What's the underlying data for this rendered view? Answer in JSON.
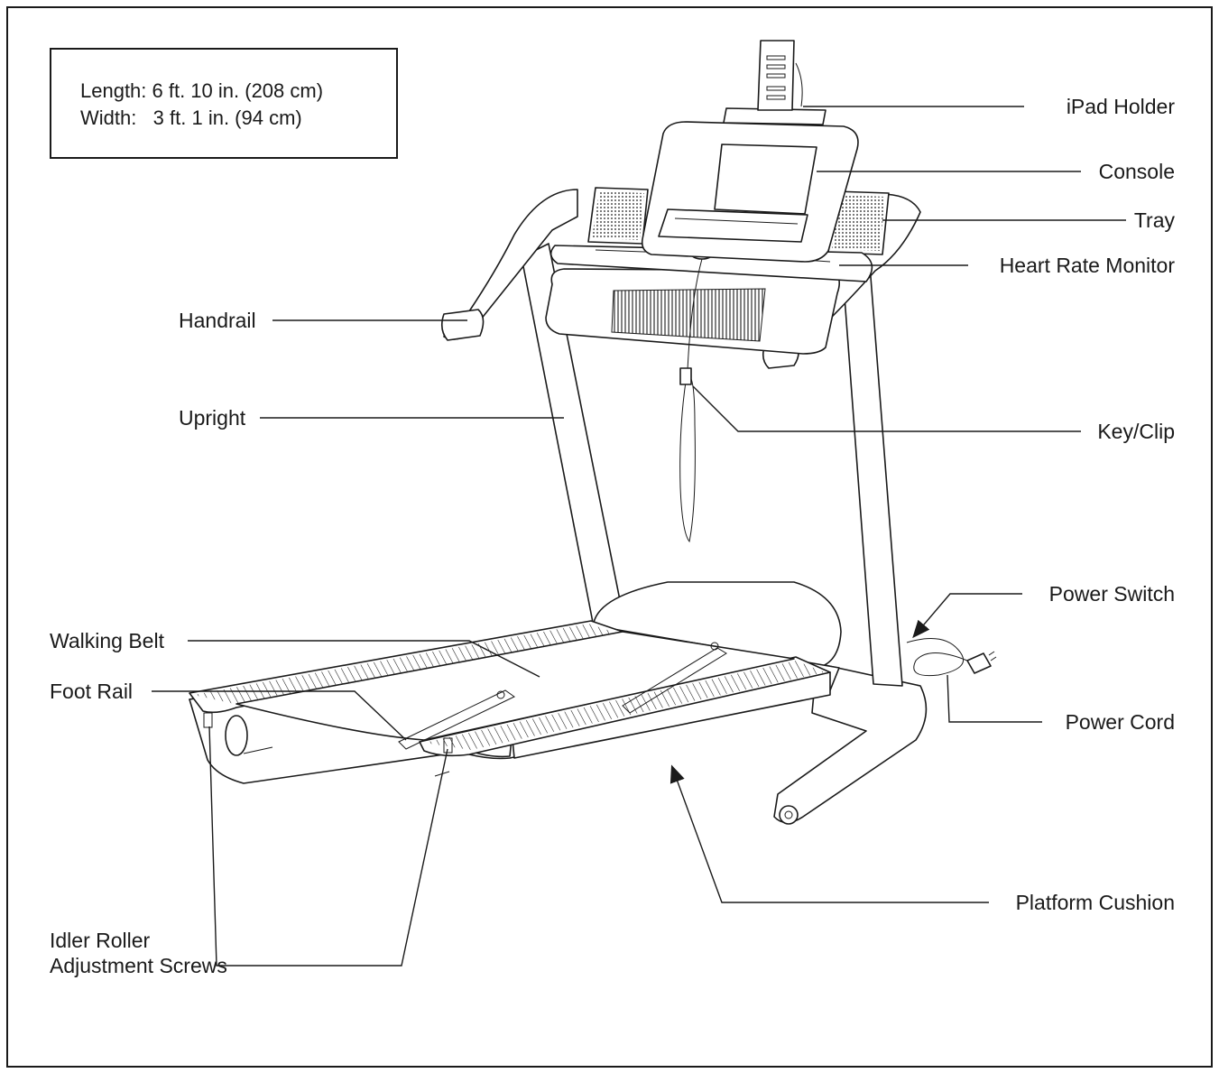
{
  "dimensions": {
    "length": "Length: 6 ft. 10 in. (208 cm)",
    "width": "Width:   3 ft. 1 in. (94 cm)"
  },
  "labels": {
    "ipad_holder": "iPad Holder",
    "console": "Console",
    "tray": "Tray",
    "heart_rate_monitor": "Heart Rate Monitor",
    "handrail": "Handrail",
    "upright": "Upright",
    "key_clip": "Key/Clip",
    "power_switch": "Power Switch",
    "walking_belt": "Walking Belt",
    "foot_rail": "Foot Rail",
    "power_cord": "Power Cord",
    "platform_cushion": "Platform Cushion",
    "idler_roller_line1": "Idler Roller",
    "idler_roller_line2": "Adjustment Screws"
  }
}
